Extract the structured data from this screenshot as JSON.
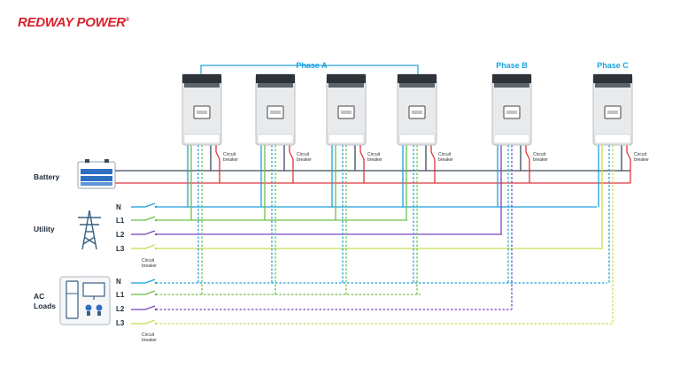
{
  "brand": {
    "logo_text": "REDWAY POWER",
    "logo_mark": "®",
    "color": "#d7232d"
  },
  "phases": [
    {
      "label": "Phase A",
      "color": "#1da1dc"
    },
    {
      "label": "Phase B",
      "color": "#1da1dc"
    },
    {
      "label": "Phase C",
      "color": "#1da1dc"
    }
  ],
  "sections": {
    "battery": "Battery",
    "utility": "Utility",
    "ac_loads": "AC Loads"
  },
  "line_labels": {
    "utility": [
      "N",
      "L1",
      "L2",
      "L3"
    ],
    "ac_loads": [
      "N",
      "L1",
      "L2",
      "L3"
    ]
  },
  "breaker_label": "Circuit breaker",
  "inverter_breaker_label": "Circuit breaker",
  "colors": {
    "neutral": "#1da1dc",
    "l1": "#6cc04a",
    "l2": "#7b45c0",
    "l3": "#c8dc52",
    "battery_pos": "#e0363a",
    "battery_neg": "#3a4a5a",
    "inverter_body": "#e8eaec"
  }
}
